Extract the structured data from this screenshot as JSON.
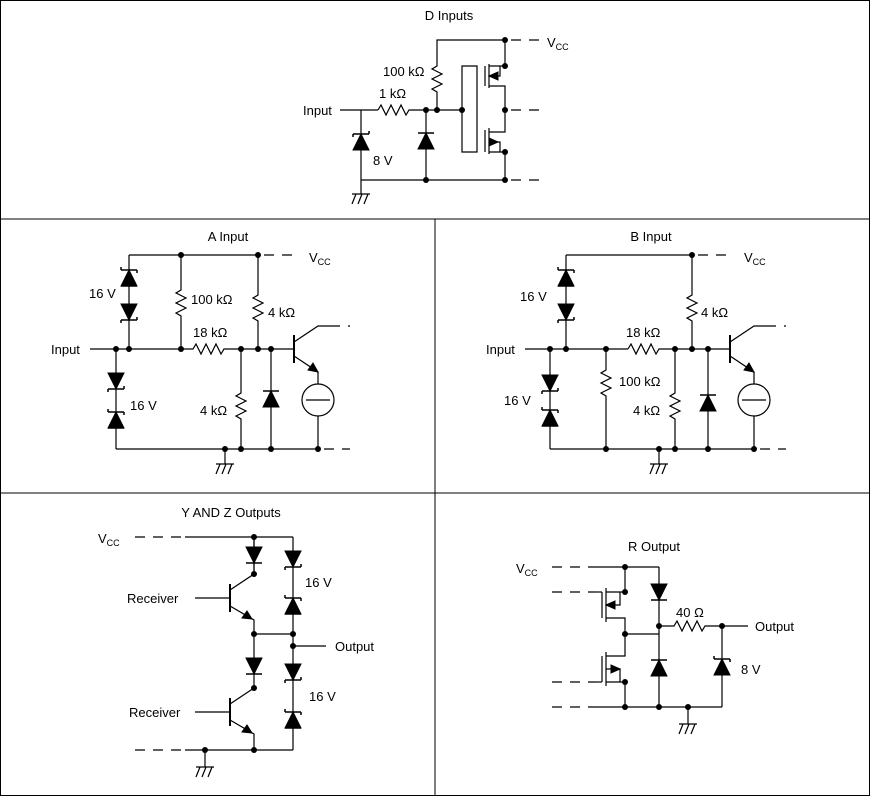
{
  "panels": {
    "d": {
      "title": "D Inputs",
      "vcc": "V",
      "vcc_sub": "CC",
      "input": "Input",
      "r1": "100 kΩ",
      "r2": "1 kΩ",
      "zener": "8 V"
    },
    "a": {
      "title": "A Input",
      "vcc": "V",
      "vcc_sub": "CC",
      "input": "Input",
      "z_top": "16 V",
      "z_bot": "16 V",
      "r_100k": "100 kΩ",
      "r_18k": "18 kΩ",
      "r_4k_top": "4 kΩ",
      "r_4k_bot": "4 kΩ"
    },
    "b": {
      "title": "B Input",
      "vcc": "V",
      "vcc_sub": "CC",
      "input": "Input",
      "z_top": "16 V",
      "z_bot": "16 V",
      "r_18k": "18 kΩ",
      "r_100k": "100 kΩ",
      "r_4k_top": "4 kΩ",
      "r_4k_bot": "4 kΩ"
    },
    "yz": {
      "title": "Y AND Z Outputs",
      "vcc": "V",
      "vcc_sub": "CC",
      "receiver_top": "Receiver",
      "receiver_bot": "Receiver",
      "output": "Output",
      "z_top": "16 V",
      "z_bot": "16 V"
    },
    "r": {
      "title": "R Output",
      "vcc": "V",
      "vcc_sub": "CC",
      "r40": "40 Ω",
      "output": "Output",
      "zener": "8 V"
    }
  }
}
